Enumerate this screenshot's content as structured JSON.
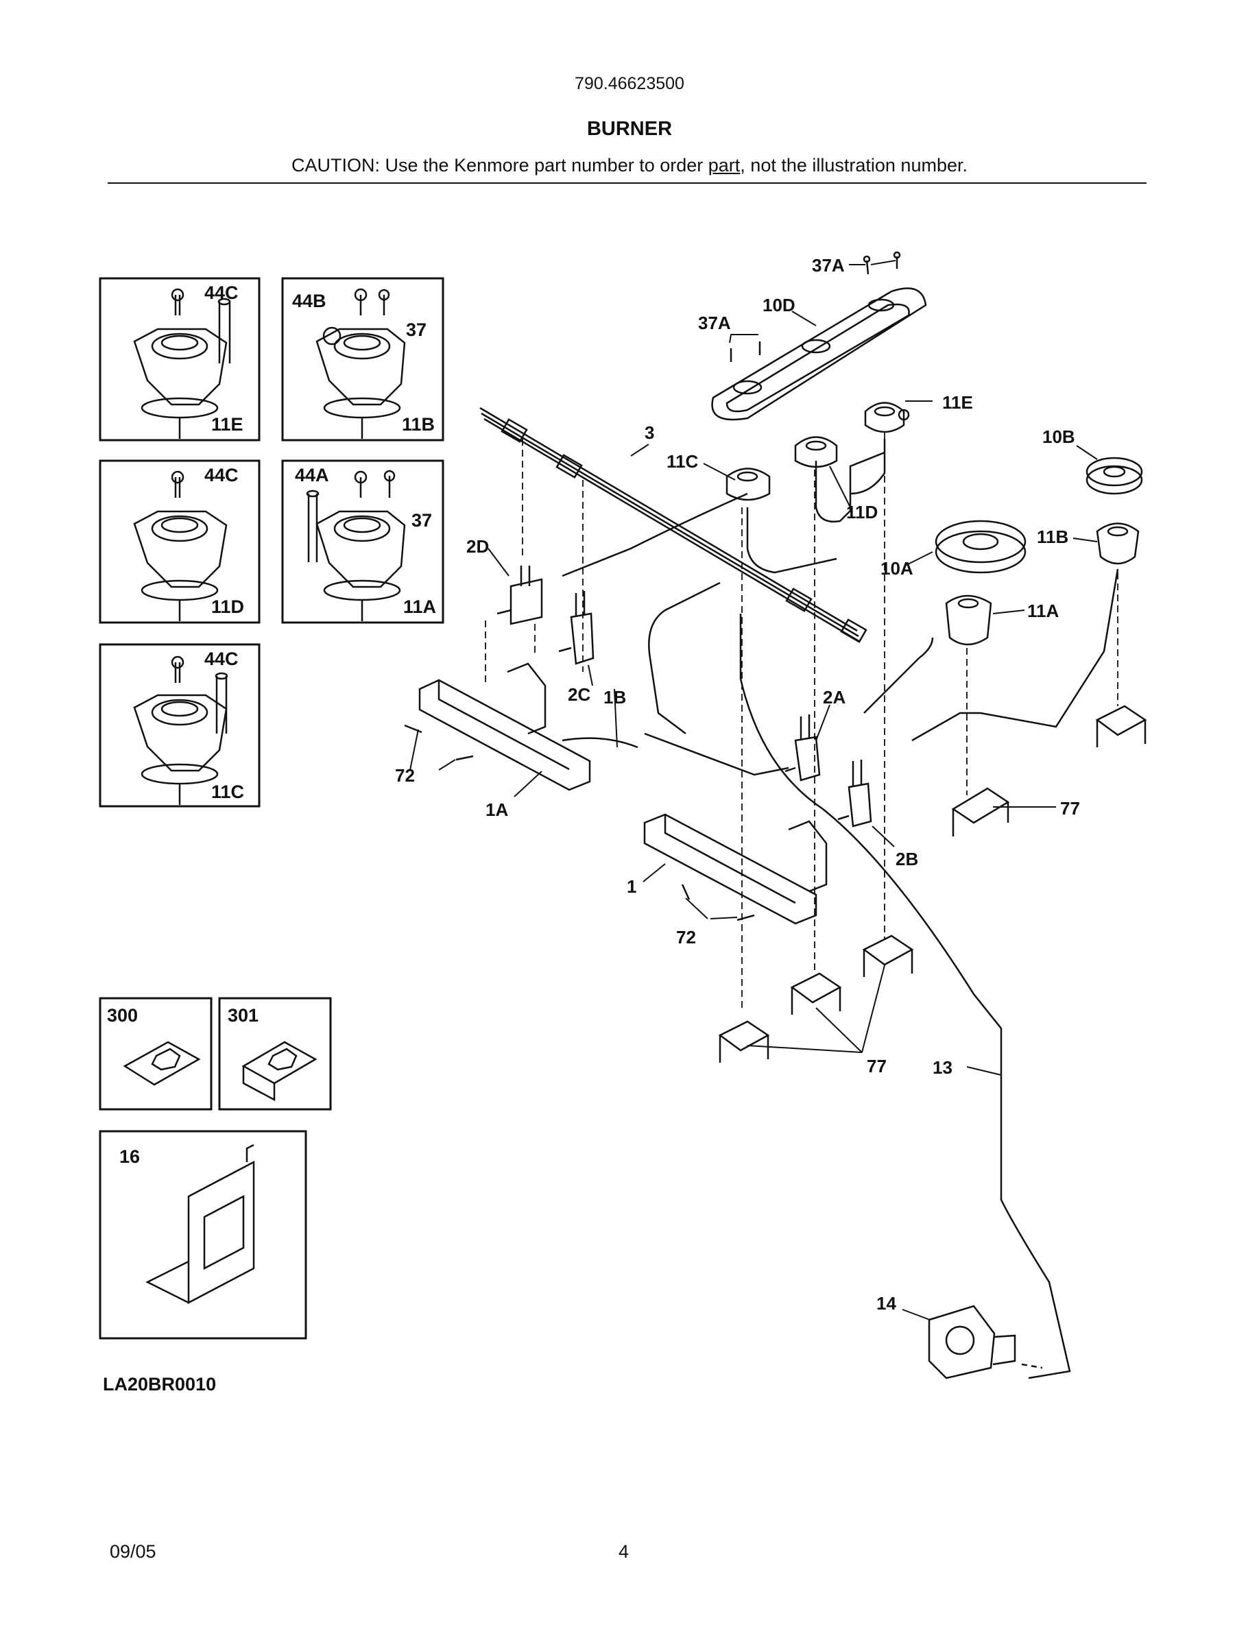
{
  "header": {
    "model_number": "790.46623500",
    "title": "BURNER",
    "caution_prefix": "CAUTION: Use the Kenmore part number to order ",
    "caution_underlined": "part",
    "caution_suffix": ", not the illustration number."
  },
  "inset_boxes": {
    "box_11e": {
      "fastener": "44C",
      "part": "11E"
    },
    "box_11b": {
      "fastener": "44B",
      "screw": "37",
      "part": "11B"
    },
    "box_11d": {
      "fastener": "44C",
      "part": "11D"
    },
    "box_11a": {
      "fastener": "44A",
      "screw": "37",
      "part": "11A"
    },
    "box_11c": {
      "fastener": "44C",
      "part": "11C"
    },
    "box_300": {
      "part": "300"
    },
    "box_301": {
      "part": "301"
    },
    "box_16": {
      "part": "16"
    }
  },
  "callouts": {
    "c37a_top": "37A",
    "c37a_left": "37A",
    "c10d": "10D",
    "c11e": "11E",
    "c3": "3",
    "c11c": "11C",
    "c10b": "10B",
    "c11d": "11D",
    "c2d": "2D",
    "c11b": "11B",
    "c10a": "10A",
    "c11a": "11A",
    "c2c": "2C",
    "c1b": "1B",
    "c2a": "2A",
    "c72_left": "72",
    "c1a": "1A",
    "c77_right": "77",
    "c2b": "2B",
    "c1": "1",
    "c72_bottom": "72",
    "c77_bottom": "77",
    "c13": "13",
    "c14": "14"
  },
  "drawing_code": "LA20BR0010",
  "footer": {
    "date": "09/05",
    "page": "4"
  }
}
